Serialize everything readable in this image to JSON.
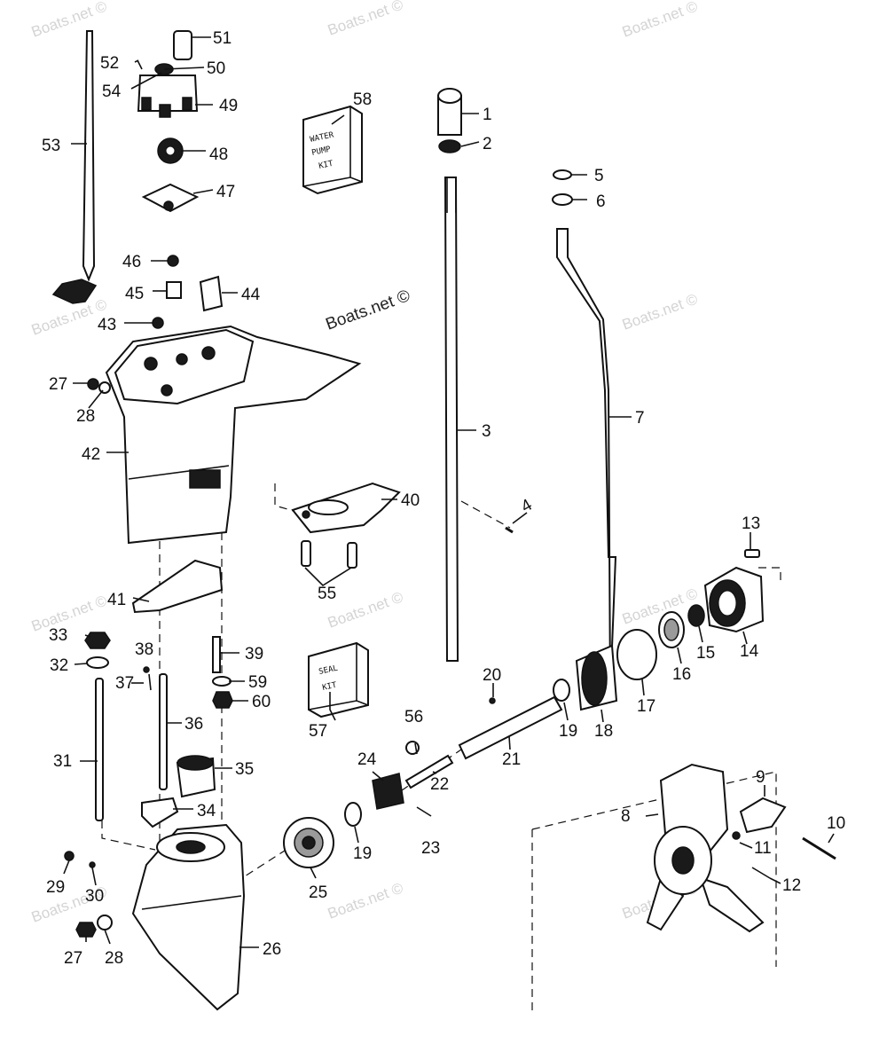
{
  "watermark": "Boats.net ©",
  "kits": {
    "water_pump_kit": [
      "WATER",
      "PUMP",
      "KIT"
    ],
    "seal_kit": [
      "SEAL",
      "KIT"
    ]
  },
  "callouts": {
    "c1": "1",
    "c2": "2",
    "c3": "3",
    "c4": "4",
    "c5": "5",
    "c6": "6",
    "c7": "7",
    "c8": "8",
    "c9": "9",
    "c10": "10",
    "c11": "11",
    "c12": "12",
    "c13": "13",
    "c14": "14",
    "c15": "15",
    "c16": "16",
    "c17": "17",
    "c18": "18",
    "c19a": "19",
    "c19b": "19",
    "c20": "20",
    "c21": "21",
    "c22": "22",
    "c23": "23",
    "c24": "24",
    "c25": "25",
    "c26": "26",
    "c27a": "27",
    "c27b": "27",
    "c28a": "28",
    "c28b": "28",
    "c29": "29",
    "c30": "30",
    "c31": "31",
    "c32": "32",
    "c33": "33",
    "c34": "34",
    "c35": "35",
    "c36": "36",
    "c37": "37",
    "c38": "38",
    "c39": "39",
    "c40": "40",
    "c41": "41",
    "c42": "42",
    "c43": "43",
    "c44": "44",
    "c45": "45",
    "c46": "46",
    "c47": "47",
    "c48": "48",
    "c49": "49",
    "c50": "50",
    "c51": "51",
    "c52": "52",
    "c53": "53",
    "c54": "54",
    "c55": "55",
    "c56": "56",
    "c57": "57",
    "c58": "58",
    "c59": "59",
    "c60": "60"
  }
}
